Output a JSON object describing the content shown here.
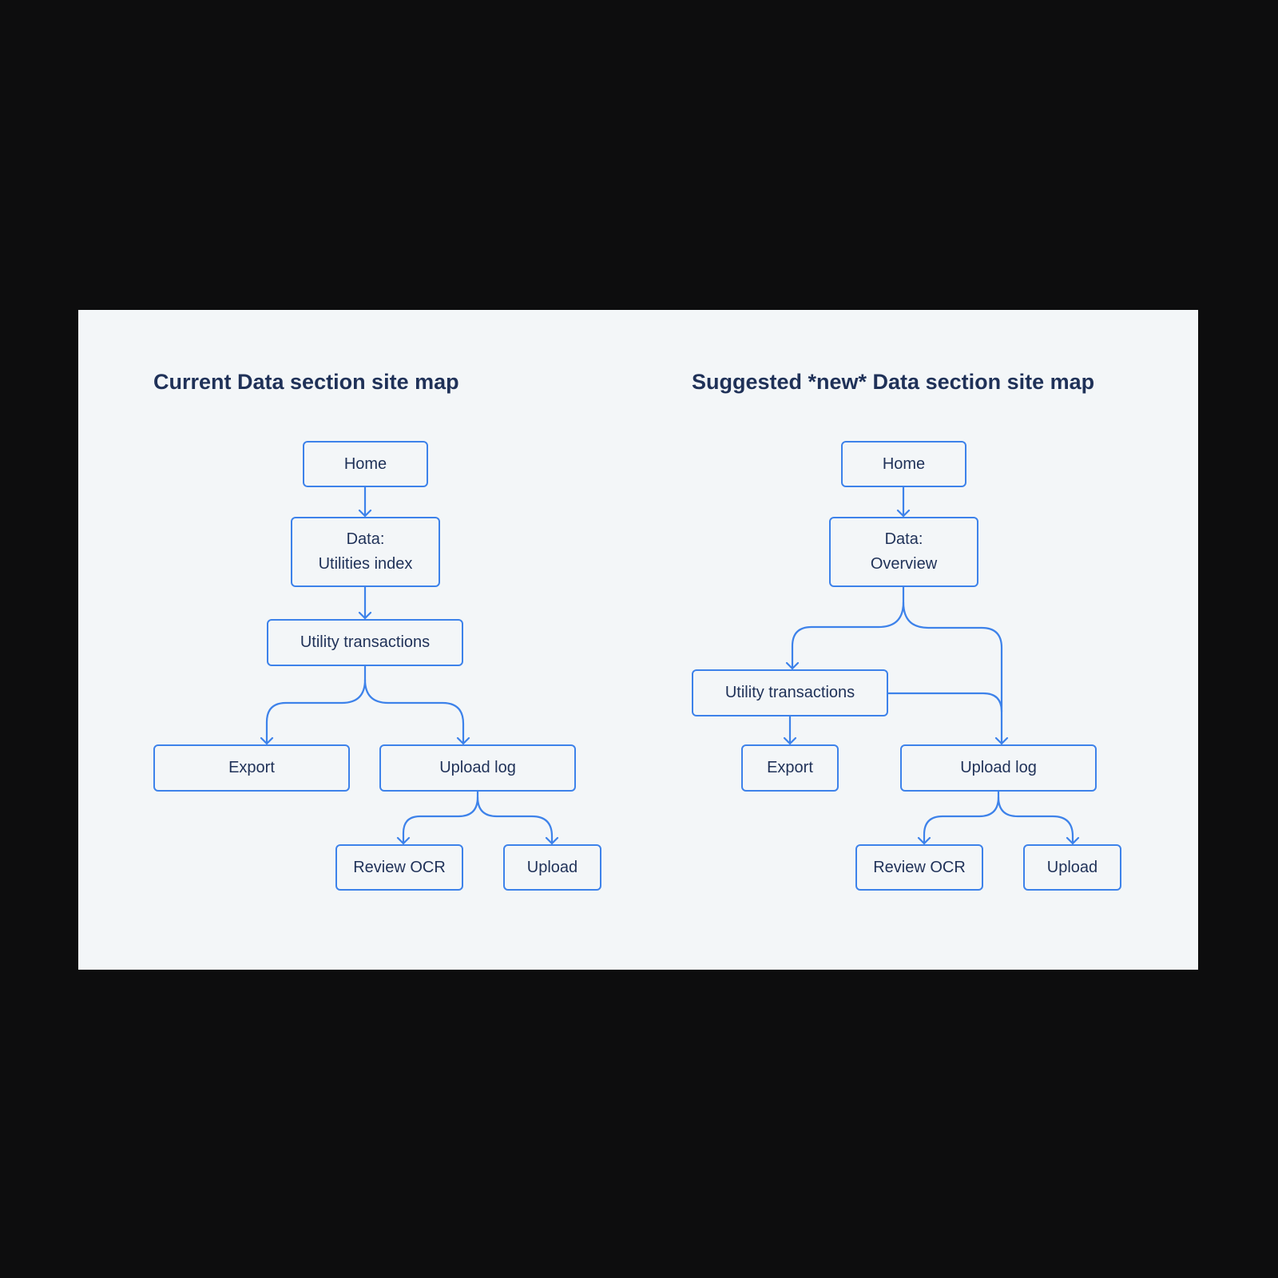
{
  "current": {
    "title": "Current Data section site map",
    "home": "Home",
    "data_line1": "Data:",
    "data_line2": "Utilities index",
    "utility_transactions": "Utility transactions",
    "export": "Export",
    "upload_log": "Upload log",
    "review_ocr": "Review OCR",
    "upload": "Upload"
  },
  "suggested": {
    "title": "Suggested *new* Data section site map",
    "home": "Home",
    "data_line1": "Data:",
    "data_line2": "Overview",
    "utility_transactions": "Utility transactions",
    "export": "Export",
    "upload_log": "Upload log",
    "review_ocr": "Review OCR",
    "upload": "Upload"
  },
  "colors": {
    "background": "#0d0d0e",
    "panel": "#f3f6f8",
    "node_border": "#3d82ea",
    "text": "#1f3158"
  }
}
